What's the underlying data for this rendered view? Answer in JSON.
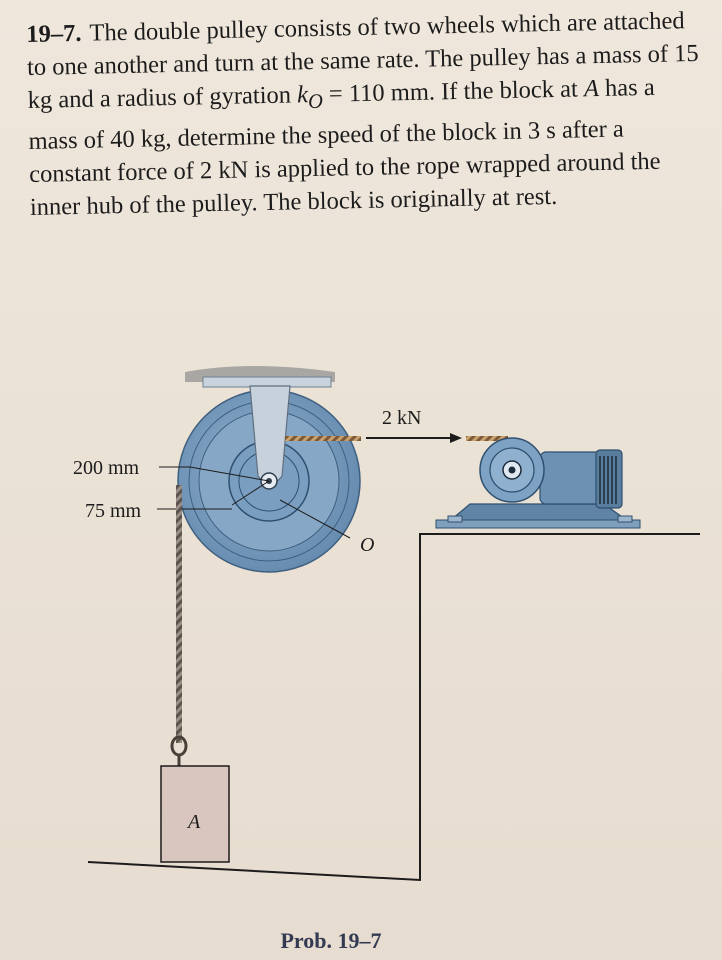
{
  "problem": {
    "number": "19–7.",
    "text_1": "The double pulley consists of two wheels which are attached to one another and turn at the same rate. The pulley has a mass of 15 kg and a radius of gyration ",
    "k_symbol": "k",
    "k_subscript": "O",
    "text_2": " = 110 mm. If the block at ",
    "block_ref": "A",
    "text_3": " has a mass of 40 kg, determine the speed of the block in 3 s after a constant force of 2 kN is applied to the rope wrapped around the inner hub of the pulley. The block is originally at rest."
  },
  "figure": {
    "force_label": "2 kN",
    "outer_radius_label": "200 mm",
    "inner_radius_label": "75 mm",
    "center_label": "O",
    "block_label": "A",
    "colors": {
      "pulley": "#7fa3c2",
      "pulley_dark": "#5d82a4",
      "bracket": "#bcc8d4",
      "motor": "#6f93b3",
      "block": "#d9c6c0",
      "ground": "#202020"
    }
  },
  "caption": "Prob. 19–7"
}
